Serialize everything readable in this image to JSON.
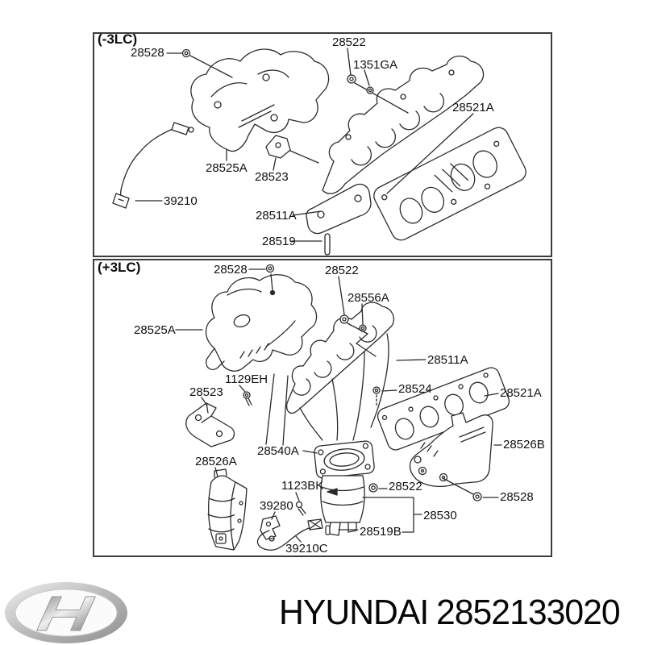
{
  "sections": {
    "minus3lc": {
      "variant": "(-3LC)",
      "labels": {
        "p28528": "28528",
        "p28522": "28522",
        "p1351ga": "1351GA",
        "p28521a": "28521A",
        "p28525a": "28525A",
        "p28523": "28523",
        "p39210": "39210",
        "p28511a": "28511A",
        "p28519": "28519"
      }
    },
    "plus3lc": {
      "variant": "(+3LC)",
      "labels": {
        "p28528_top": "28528",
        "p28522_top": "28522",
        "p28556a": "28556A",
        "p28525a": "28525A",
        "p28511a": "28511A",
        "p1129eh": "1129EH",
        "p28523": "28523",
        "p28524": "28524",
        "p28521a": "28521A",
        "p28540a": "28540A",
        "p28526a": "28526A",
        "p28526b": "28526B",
        "p1123bk": "1123BK",
        "p28522_mid": "28522",
        "p39280": "39280",
        "p28530": "28530",
        "p28519b": "28519B",
        "p28528_bot": "28528",
        "p39210c": "39210C"
      }
    }
  },
  "footer": {
    "brand": "HYUNDAI",
    "part_number": "2852133020"
  }
}
